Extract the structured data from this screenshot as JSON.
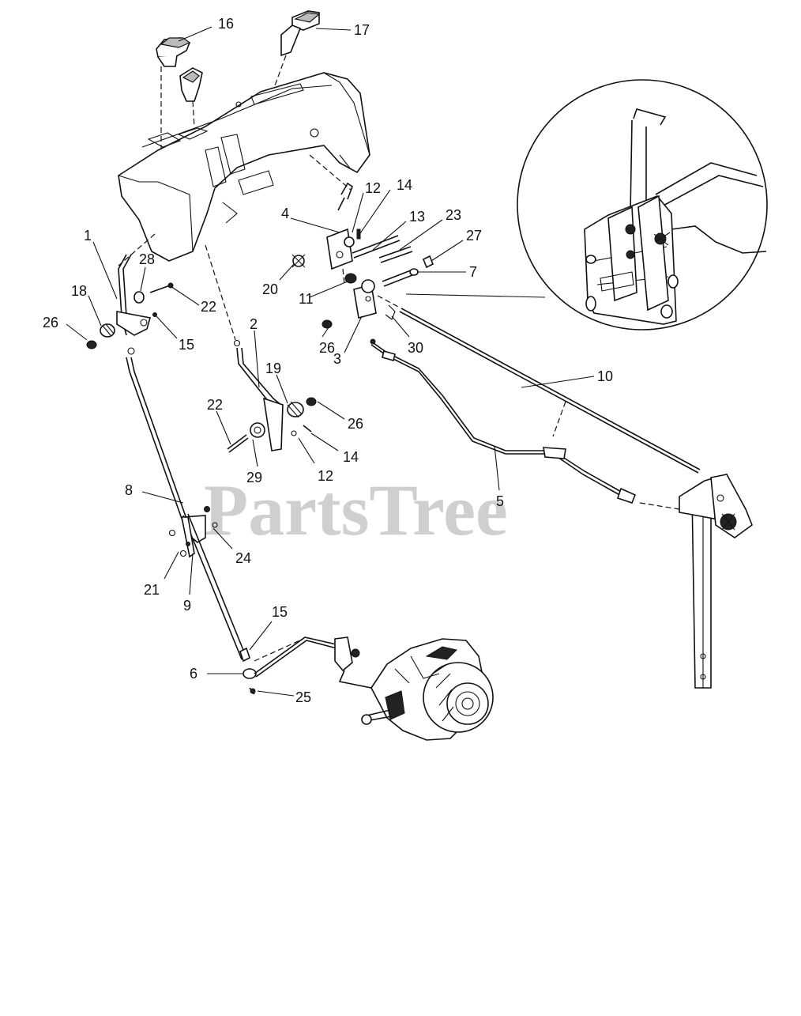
{
  "watermark": "PartsTree",
  "callouts": [
    {
      "id": "c16",
      "label": "16"
    },
    {
      "id": "c17",
      "label": "17"
    },
    {
      "id": "c12a",
      "label": "12"
    },
    {
      "id": "c14a",
      "label": "14"
    },
    {
      "id": "c4",
      "label": "4"
    },
    {
      "id": "c13",
      "label": "13"
    },
    {
      "id": "c23",
      "label": "23"
    },
    {
      "id": "c27",
      "label": "27"
    },
    {
      "id": "c1",
      "label": "1"
    },
    {
      "id": "c28",
      "label": "28"
    },
    {
      "id": "c7",
      "label": "7"
    },
    {
      "id": "c20",
      "label": "20"
    },
    {
      "id": "c11",
      "label": "11"
    },
    {
      "id": "c18",
      "label": "18"
    },
    {
      "id": "c22a",
      "label": "22"
    },
    {
      "id": "c26a",
      "label": "26"
    },
    {
      "id": "c15a",
      "label": "15"
    },
    {
      "id": "c2",
      "label": "2"
    },
    {
      "id": "c26b",
      "label": "26"
    },
    {
      "id": "c30",
      "label": "30"
    },
    {
      "id": "c3",
      "label": "3"
    },
    {
      "id": "c10",
      "label": "10"
    },
    {
      "id": "c19",
      "label": "19"
    },
    {
      "id": "c22b",
      "label": "22"
    },
    {
      "id": "c26c",
      "label": "26"
    },
    {
      "id": "c29",
      "label": "29"
    },
    {
      "id": "c14b",
      "label": "14"
    },
    {
      "id": "c12b",
      "label": "12"
    },
    {
      "id": "c8",
      "label": "8"
    },
    {
      "id": "c5",
      "label": "5"
    },
    {
      "id": "c24",
      "label": "24"
    },
    {
      "id": "c21",
      "label": "21"
    },
    {
      "id": "c9",
      "label": "9"
    },
    {
      "id": "c15b",
      "label": "15"
    },
    {
      "id": "c6",
      "label": "6"
    },
    {
      "id": "c25",
      "label": "25"
    }
  ]
}
